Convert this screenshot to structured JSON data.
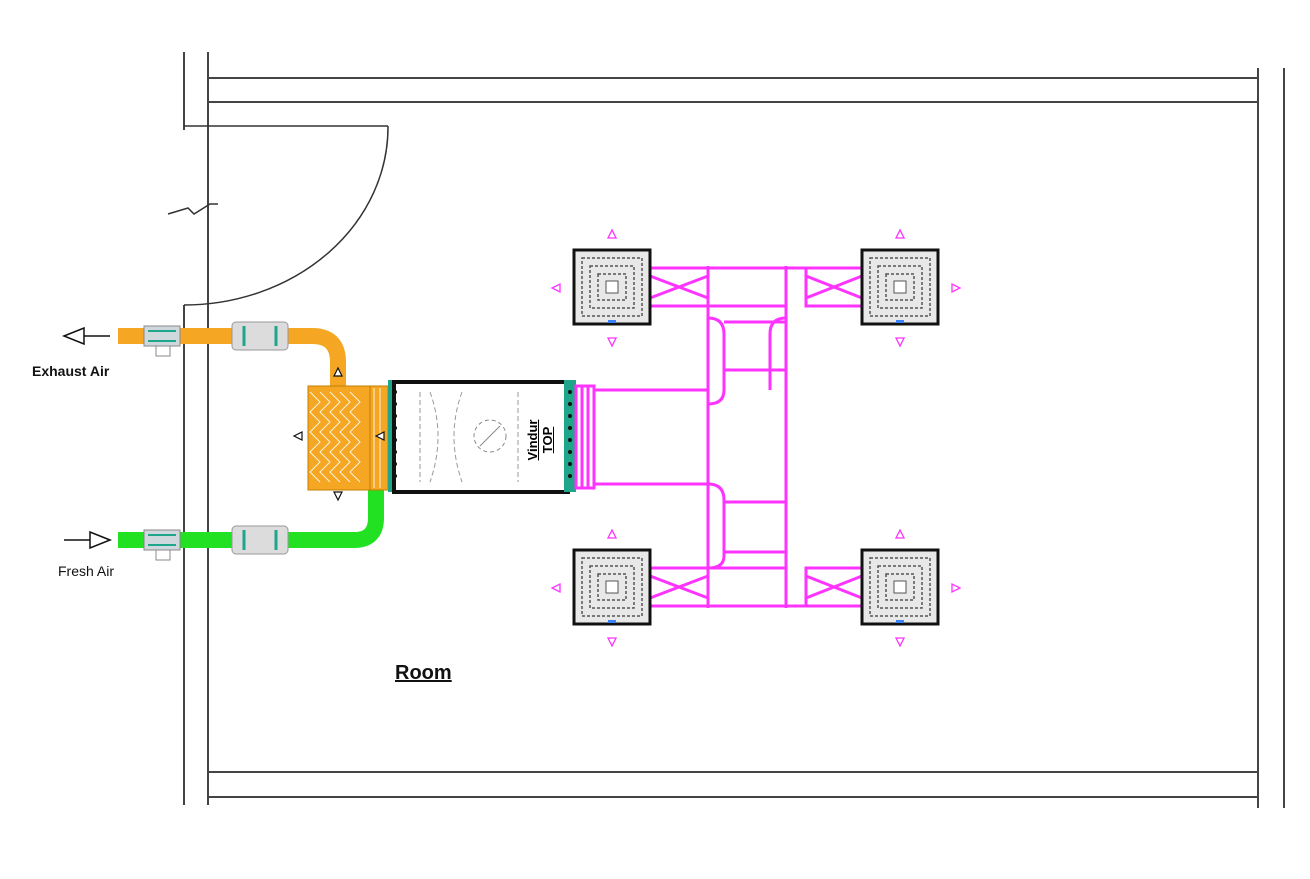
{
  "labels": {
    "exhaust_air": "Exhaust Air",
    "fresh_air": "Fresh Air",
    "room": "Room",
    "unit_name": "Vindur TOP"
  },
  "colors": {
    "exhaust_duct": "#f5a623",
    "fresh_duct": "#22e022",
    "supply_duct": "#ff33ff",
    "wall": "#444444",
    "diffuser": "#222222",
    "filter": "#1fa58a"
  },
  "icons": {
    "exhaust_arrow": "arrow-left-icon",
    "fresh_arrow": "arrow-right-icon",
    "fan": "fan-icon",
    "diffuser": "ceiling-diffuser-icon",
    "airflow": "airflow-triangle-icon"
  }
}
